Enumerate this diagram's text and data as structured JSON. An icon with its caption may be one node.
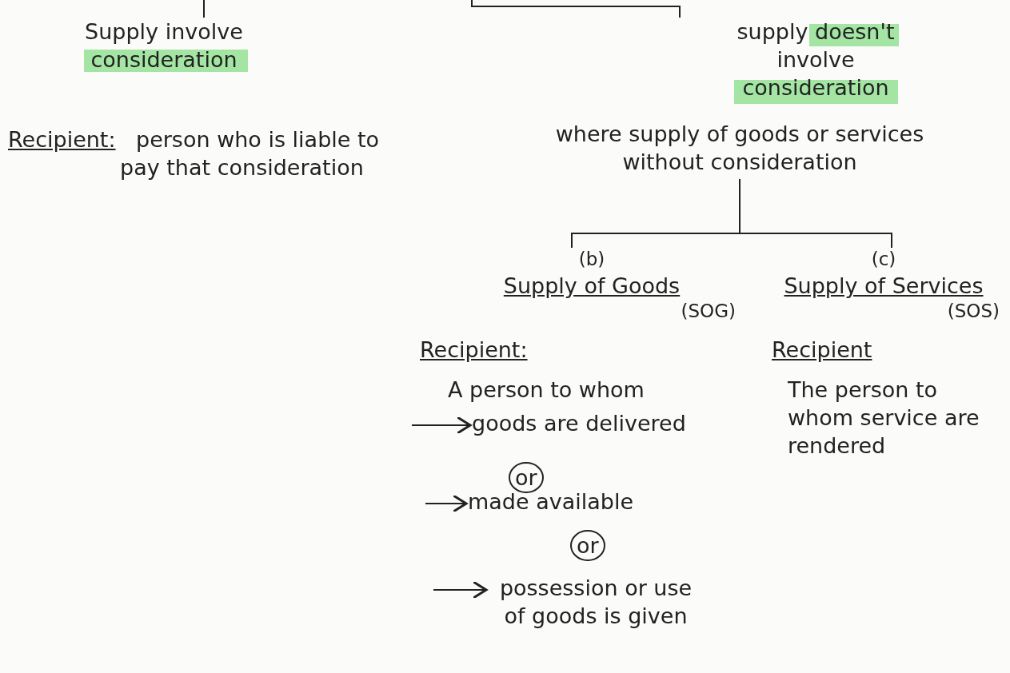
{
  "diagram": {
    "nodes": [
      {
        "text": [
          "Supply involve consideration"
        ]
      },
      {
        "text": [
          "supply doesn't involve consideration"
        ]
      },
      {
        "text": [
          "where supply of goods or services without consideration"
        ]
      },
      {
        "text": [
          "(b)",
          "Supply of Goods",
          "(SOG)"
        ]
      },
      {
        "text": [
          "(c)",
          "Supply of Services",
          "(SOS)"
        ]
      },
      {
        "text": [
          "goods are delivered"
        ]
      },
      {
        "text": [
          "made available"
        ]
      },
      {
        "text": [
          "possession or use of goods is given"
        ]
      }
    ],
    "edges": [
      {
        "from": null,
        "to": 0,
        "arrow": "none"
      },
      {
        "from": null,
        "to": 1,
        "arrow": "none"
      },
      {
        "from": 2,
        "to": 3,
        "arrow": "none"
      },
      {
        "from": 2,
        "to": 4,
        "arrow": "none"
      },
      {
        "from": null,
        "to": 5,
        "arrow": "to"
      },
      {
        "from": null,
        "to": 6,
        "arrow": "to"
      },
      {
        "from": null,
        "to": 7,
        "arrow": "to"
      }
    ],
    "labels": [
      "Recipient:",
      "person who is liable to pay that consideration",
      "Recipient:",
      "Recipient",
      "A person to whom",
      "The person to whom service are rendered",
      "or",
      "or"
    ]
  }
}
